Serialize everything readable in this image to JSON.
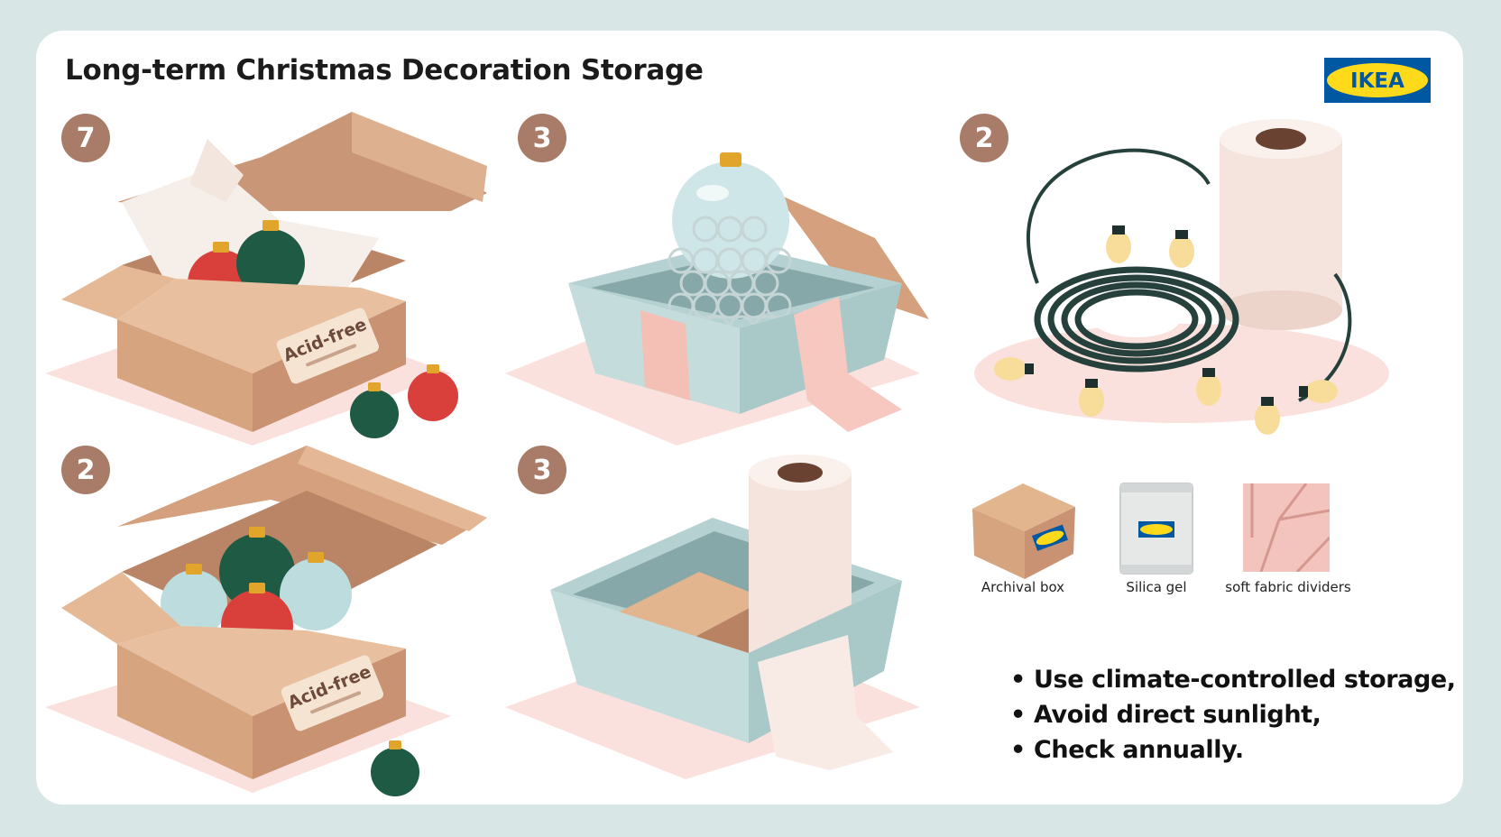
{
  "title": "Long-term Christmas Decoration Storage",
  "logo": {
    "text": "IKEA",
    "blue": "#0058a3",
    "yellow": "#ffda1a"
  },
  "steps": [
    {
      "number": "7",
      "label": "Acid-free"
    },
    {
      "number": "3"
    },
    {
      "number": "2"
    },
    {
      "number": "2",
      "label": "Acid-free"
    },
    {
      "number": "3"
    }
  ],
  "products": [
    {
      "label": "Archival box",
      "icon": "archival-box-icon"
    },
    {
      "label": "Silica gel",
      "icon": "silica-gel-icon"
    },
    {
      "label": "soft fabric dividers",
      "icon": "fabric-dividers-icon"
    }
  ],
  "tips": [
    "Use climate-controlled storage,",
    "Avoid direct sunlight,",
    "Check annually."
  ],
  "colors": {
    "badge": "#a87c69",
    "cardboard": "#d9a882",
    "bin": "#bcd6d6",
    "ornament_red": "#d9403b",
    "ornament_green": "#1f5a45",
    "ornament_blue": "#bcdcde",
    "tissue": "#f7c8c0"
  }
}
